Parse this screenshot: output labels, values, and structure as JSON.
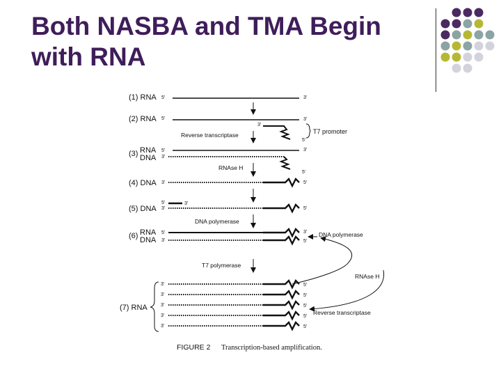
{
  "slide": {
    "title_line1": "Both NASBA and TMA Begin",
    "title_line2": "with RNA",
    "colors": {
      "title": "#3f1d5a",
      "dot_purple": "#4b2a62",
      "dot_gray": "#8ba4a4",
      "dot_yellow": "#b6b833",
      "dot_light": "#d3d3dd"
    }
  },
  "diagram": {
    "steps": {
      "s1": "(1) RNA",
      "s2": "(2) RNA",
      "s3": "(3)",
      "s4": "(4) DNA",
      "s5": "(5) DNA",
      "s6": "(6)",
      "s7": "(7) RNA"
    },
    "strand": {
      "rna": "RNA",
      "dna": "DNA"
    },
    "ends": {
      "five": "5'",
      "three": "3'"
    },
    "labels": {
      "reverse_transcriptase": "Reverse transcriptase",
      "t7_promoter": "T7 promoter",
      "rnase_h": "RNAse H",
      "dna_polymerase": "DNA polymerase",
      "t7_polymerase": "T7 polymerase",
      "dna_polymerase_side": "DNA polymerase",
      "rnase_h_side": "RNAse H",
      "reverse_transcriptase_side": "Reverse transcriptase"
    },
    "caption": {
      "figure": "FIGURE 2",
      "text": "Transcription-based amplification."
    }
  }
}
